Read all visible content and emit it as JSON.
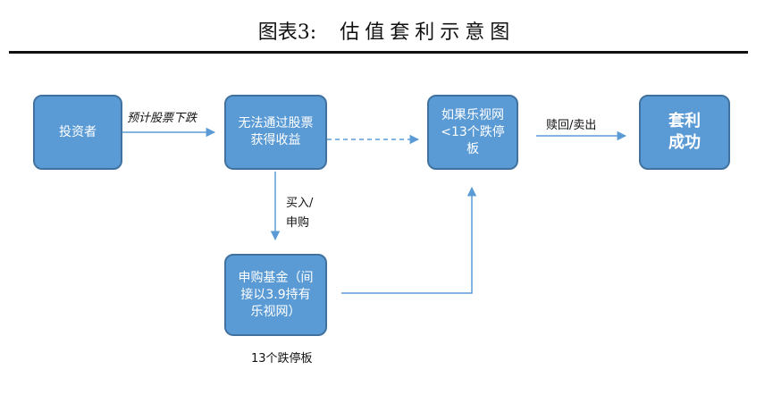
{
  "figure": {
    "label": "图表3:",
    "title": "估值套利示意图"
  },
  "nodes": {
    "investor": "投资者",
    "cannot_profit": "无法通过股票获得收益",
    "if_letv": "如果乐视网<13个跌停板",
    "arbitrage_success": "套利成功",
    "subscribe_fund": "申购基金（间接以3.9持有乐视网）"
  },
  "edges": {
    "expect_drop": "预计股票下跌",
    "buy_in": "买入/",
    "subscribe": "申购",
    "redeem_sell": "赎回/卖出"
  },
  "notes": {
    "limit_down": "13个跌停板"
  },
  "colors": {
    "node_fill": "#5b9bd5",
    "node_border": "#41729f",
    "arrow": "#5b9bd5"
  }
}
